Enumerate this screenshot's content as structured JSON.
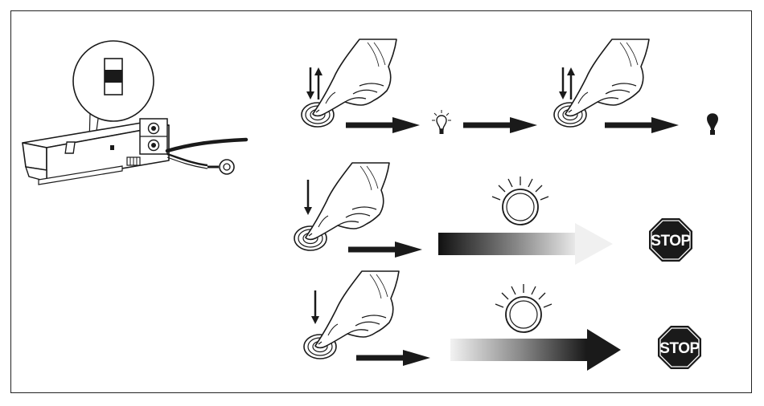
{
  "figure": {
    "rows": [
      {
        "id": "row-1",
        "steps": [
          "press-release",
          "arrow",
          "bulb-outline",
          "arrow",
          "press-release",
          "arrow",
          "bulb-solid"
        ]
      },
      {
        "id": "row-2",
        "steps": [
          "press-hold",
          "arrow",
          "fade-arrow-light",
          "stop-sign"
        ]
      },
      {
        "id": "row-3",
        "steps": [
          "press-hold",
          "arrow",
          "fade-arrow-dark",
          "stop-sign"
        ]
      }
    ],
    "stop_labels": [
      "STOP",
      "STOP"
    ],
    "colors": {
      "stroke": "#1a1a1a",
      "stop_fill": "#1a1a1a",
      "stop_text": "#ffffff",
      "background": "#ffffff"
    },
    "icons": [
      "device-with-dip-switch",
      "finger-press-icon",
      "double-arrow-icon",
      "single-arrow-down-icon",
      "bulb-outline-icon",
      "bulb-solid-icon",
      "ring-light-icon",
      "stop-sign-icon"
    ]
  }
}
